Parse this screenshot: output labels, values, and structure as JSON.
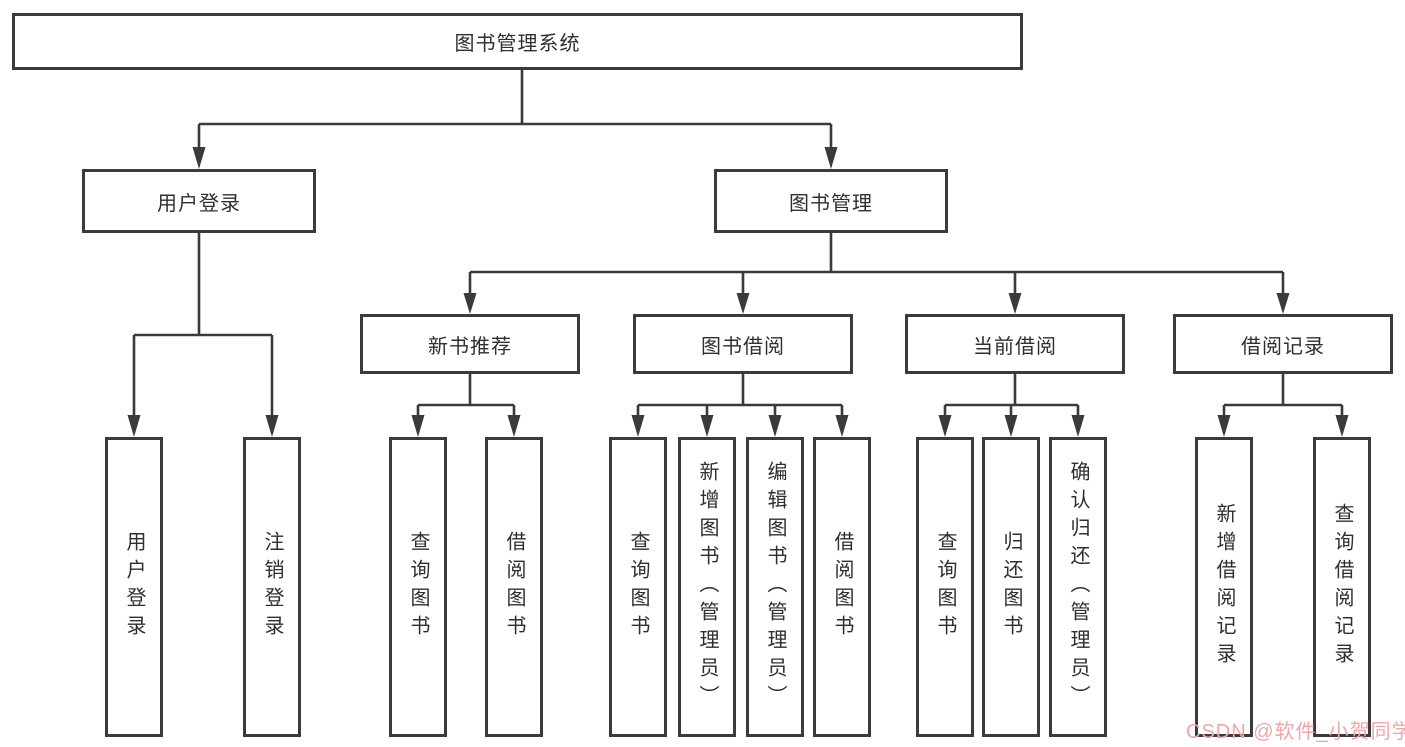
{
  "diagram_type": "hierarchy-chart",
  "colors": {
    "background": "#ffffff",
    "box_border": "#3b3b3b",
    "connector": "#3a3a3a",
    "text": "#2f2f2f",
    "watermark": "#f0a6a8"
  },
  "tree": {
    "title": "图书管理系统",
    "branches": [
      {
        "label": "用户登录",
        "children": [
          "用户登录",
          "注销登录"
        ]
      },
      {
        "label": "图书管理",
        "children": [
          {
            "label": "新书推荐",
            "children": [
              "查询图书",
              "借阅图书"
            ]
          },
          {
            "label": "图书借阅",
            "children": [
              "查询图书",
              "新增图书（管理员）",
              "编辑图书（管理员）",
              "借阅图书"
            ]
          },
          {
            "label": "当前借阅",
            "children": [
              "查询图书",
              "归还图书",
              "确认归还（管理员）"
            ]
          },
          {
            "label": "借阅记录",
            "children": [
              "新增借阅记录",
              "查询借阅记录"
            ]
          }
        ]
      }
    ]
  },
  "watermark": {
    "text": "CSDN @软件_小贺同学"
  }
}
